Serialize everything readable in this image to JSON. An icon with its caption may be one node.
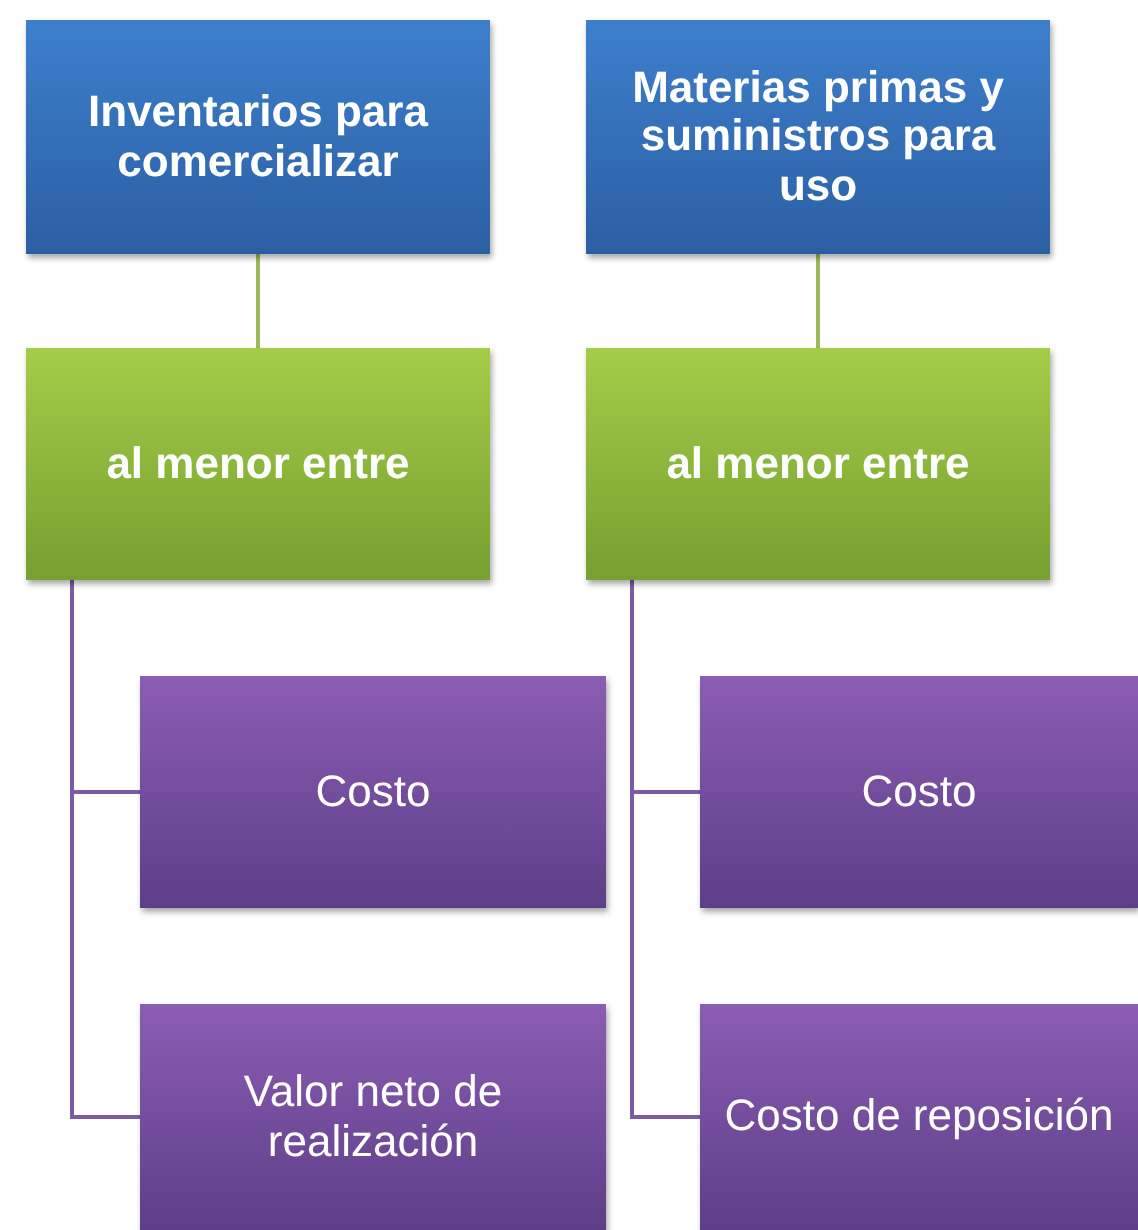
{
  "diagram": {
    "nodes": [
      {
        "text": [
          "Inventarios para comercializar"
        ]
      },
      {
        "text": [
          "Materias primas y suministros para uso"
        ]
      },
      {
        "text": [
          "al menor entre"
        ]
      },
      {
        "text": [
          "al menor entre"
        ]
      },
      {
        "text": [
          "Costo"
        ]
      },
      {
        "text": [
          "Costo"
        ]
      },
      {
        "text": [
          "Valor neto de realización"
        ]
      },
      {
        "text": [
          "Costo de reposición"
        ]
      }
    ],
    "edges": [
      {
        "from": 0,
        "to": 2,
        "arrow": "none",
        "color": "#9bbb59"
      },
      {
        "from": 1,
        "to": 3,
        "arrow": "none",
        "color": "#9bbb59"
      },
      {
        "from": 2,
        "to": 4,
        "arrow": "none"
      },
      {
        "from": 2,
        "to": 6,
        "arrow": "none"
      },
      {
        "from": 3,
        "to": 5,
        "arrow": "none"
      },
      {
        "from": 3,
        "to": 7,
        "arrow": "none"
      }
    ]
  }
}
